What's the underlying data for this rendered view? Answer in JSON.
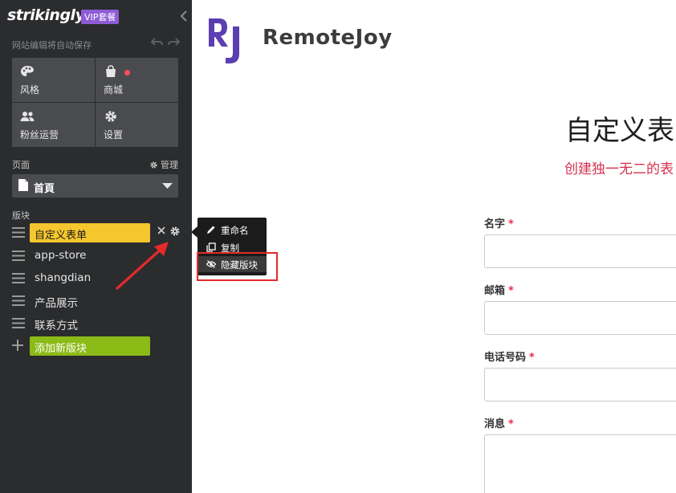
{
  "sidebar": {
    "logo": "strikingly",
    "vip_badge": "VIP套餐",
    "autosave": "网站编辑将自动保存",
    "tiles": [
      {
        "label": "风格",
        "icon": "palette-icon"
      },
      {
        "label": "商城",
        "icon": "shopping-bag-icon",
        "notification_color": "#ff4d5a"
      },
      {
        "label": "粉丝运营",
        "icon": "users-icon"
      },
      {
        "label": "设置",
        "icon": "gear-icon"
      }
    ],
    "pages_label": "页面",
    "manage_label": "管理",
    "current_page": "首頁",
    "blocks_label": "版块",
    "blocks": [
      {
        "label": "自定义表单",
        "active": true
      },
      {
        "label": "app-store"
      },
      {
        "label": "shangdian"
      },
      {
        "label": "产品展示"
      },
      {
        "label": "联系方式"
      }
    ],
    "add_block": "添加新版块"
  },
  "context_menu": {
    "items": [
      {
        "label": "重命名",
        "icon": "pencil-icon"
      },
      {
        "label": "复制",
        "icon": "copy-icon"
      },
      {
        "label": "隐藏版块",
        "icon": "eye-off-icon"
      }
    ]
  },
  "main": {
    "brand_name": "RemoteJoy",
    "brand_mark": "RJ",
    "form_title": "自定义表",
    "form_subtitle": "创建独一无二的表",
    "fields": [
      {
        "label": "名字",
        "required_mark": "*"
      },
      {
        "label": "邮箱",
        "required_mark": "*"
      },
      {
        "label": "电话号码",
        "required_mark": "*"
      },
      {
        "label": "消息",
        "required_mark": "*"
      }
    ]
  },
  "colors": {
    "sidebar_bg": "#2b2c2e",
    "tile_bg": "#4a4b4f",
    "active_block": "#f5c62e",
    "add_block": "#8bbb17",
    "vip": "#8e5bd6",
    "brand": "#5b3fb0",
    "subtitle": "#d4314e",
    "highlight": "#e42a2a"
  }
}
